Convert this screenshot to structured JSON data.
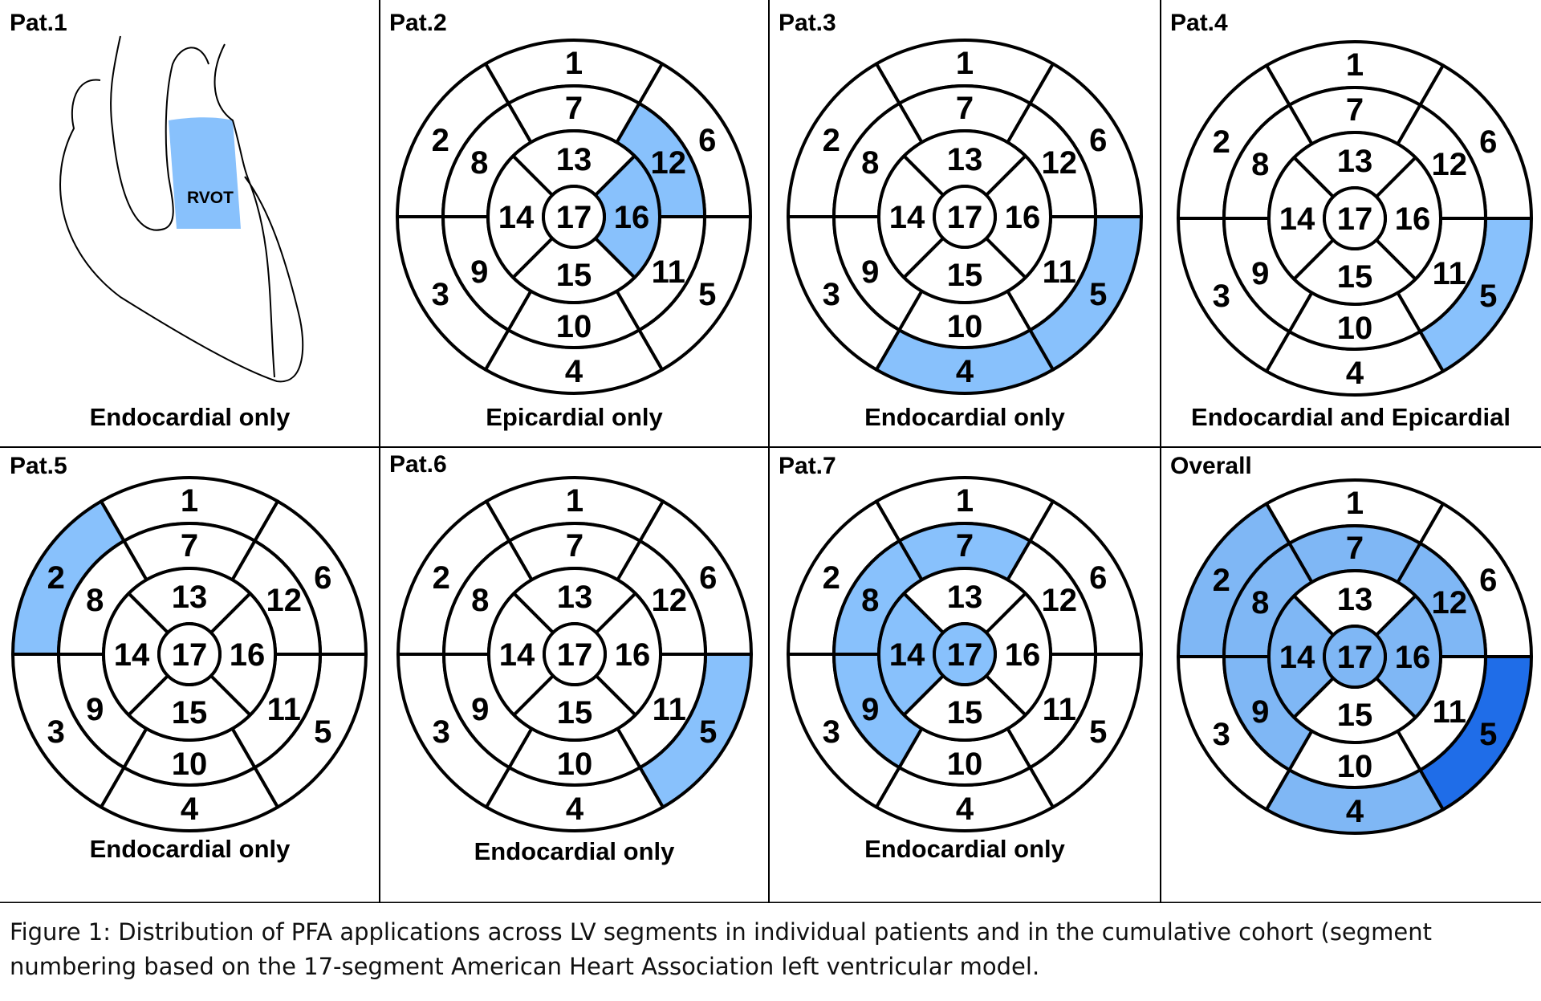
{
  "colors": {
    "light": "#88c1fc",
    "medium": "#7fb7f5",
    "dark": "#1f6de8",
    "line": "#000000",
    "background": "#ffffff"
  },
  "panels": [
    {
      "title": "Pat.1",
      "caption": "Endocardial only",
      "type": "heart",
      "rvot_label": "RVOT",
      "highlight": {}
    },
    {
      "title": "Pat.2",
      "caption": "Epicardial only",
      "type": "bullseye",
      "highlight": {
        "12": "light",
        "16": "light"
      }
    },
    {
      "title": "Pat.3",
      "caption": "Endocardial only",
      "type": "bullseye",
      "highlight": {
        "4": "light",
        "5": "light"
      }
    },
    {
      "title": "Pat.4",
      "caption": "Endocardial and Epicardial",
      "type": "bullseye",
      "highlight": {
        "5": "light"
      }
    },
    {
      "title": "Pat.5",
      "caption": "Endocardial only",
      "type": "bullseye",
      "highlight": {
        "2": "light"
      }
    },
    {
      "title": "Pat.6",
      "caption": "Endocardial only",
      "type": "bullseye",
      "highlight": {
        "5": "light"
      }
    },
    {
      "title": "Pat.7",
      "caption": "Endocardial only",
      "type": "bullseye",
      "highlight": {
        "7": "light",
        "8": "light",
        "9": "light",
        "14": "light",
        "17": "light"
      }
    },
    {
      "title": "Overall",
      "caption": "",
      "type": "bullseye",
      "highlight": {
        "2": "medium",
        "4": "medium",
        "7": "medium",
        "8": "medium",
        "9": "medium",
        "12": "medium",
        "14": "medium",
        "16": "medium",
        "17": "medium",
        "5": "dark"
      }
    }
  ],
  "segment_labels": [
    "1",
    "2",
    "3",
    "4",
    "5",
    "6",
    "7",
    "8",
    "9",
    "10",
    "11",
    "12",
    "13",
    "14",
    "15",
    "16",
    "17"
  ],
  "caption": "Figure 1: Distribution of PFA applications across LV segments in individual patients and in the cumulative cohort (segment numbering based on the 17-segment American Heart Association left ventricular model."
}
